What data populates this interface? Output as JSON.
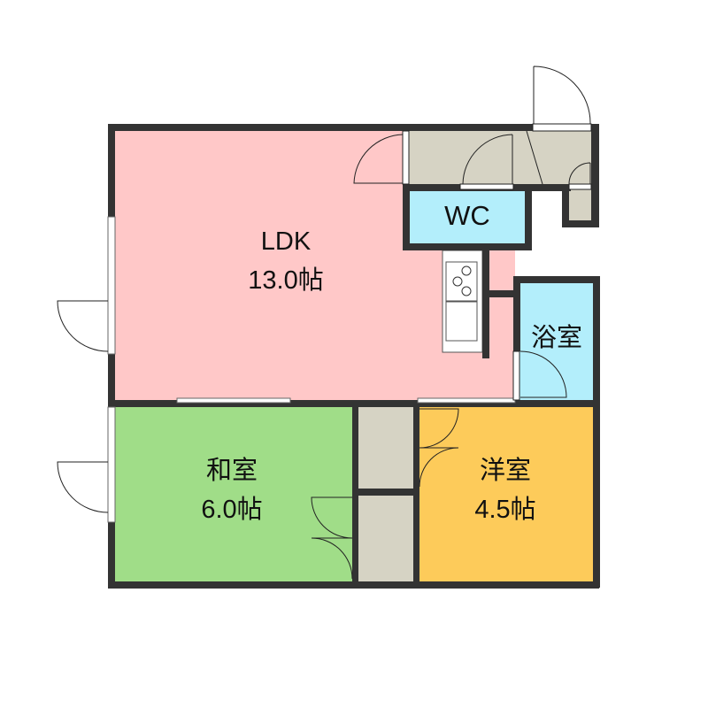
{
  "rooms": {
    "ldk": {
      "name": "LDK",
      "size": "13.0帖",
      "color": "#ffc8c8"
    },
    "wc": {
      "name": "WC",
      "color": "#b3eefb"
    },
    "bath": {
      "name": "浴室",
      "color": "#b3eefb"
    },
    "washitsu": {
      "name": "和室",
      "size": "6.0帖",
      "color": "#a0dd88"
    },
    "yoshitsu": {
      "name": "洋室",
      "size": "4.5帖",
      "color": "#fdcb5a"
    },
    "storage": {
      "color": "#d6d3c4"
    }
  },
  "wall_color": "#333333"
}
